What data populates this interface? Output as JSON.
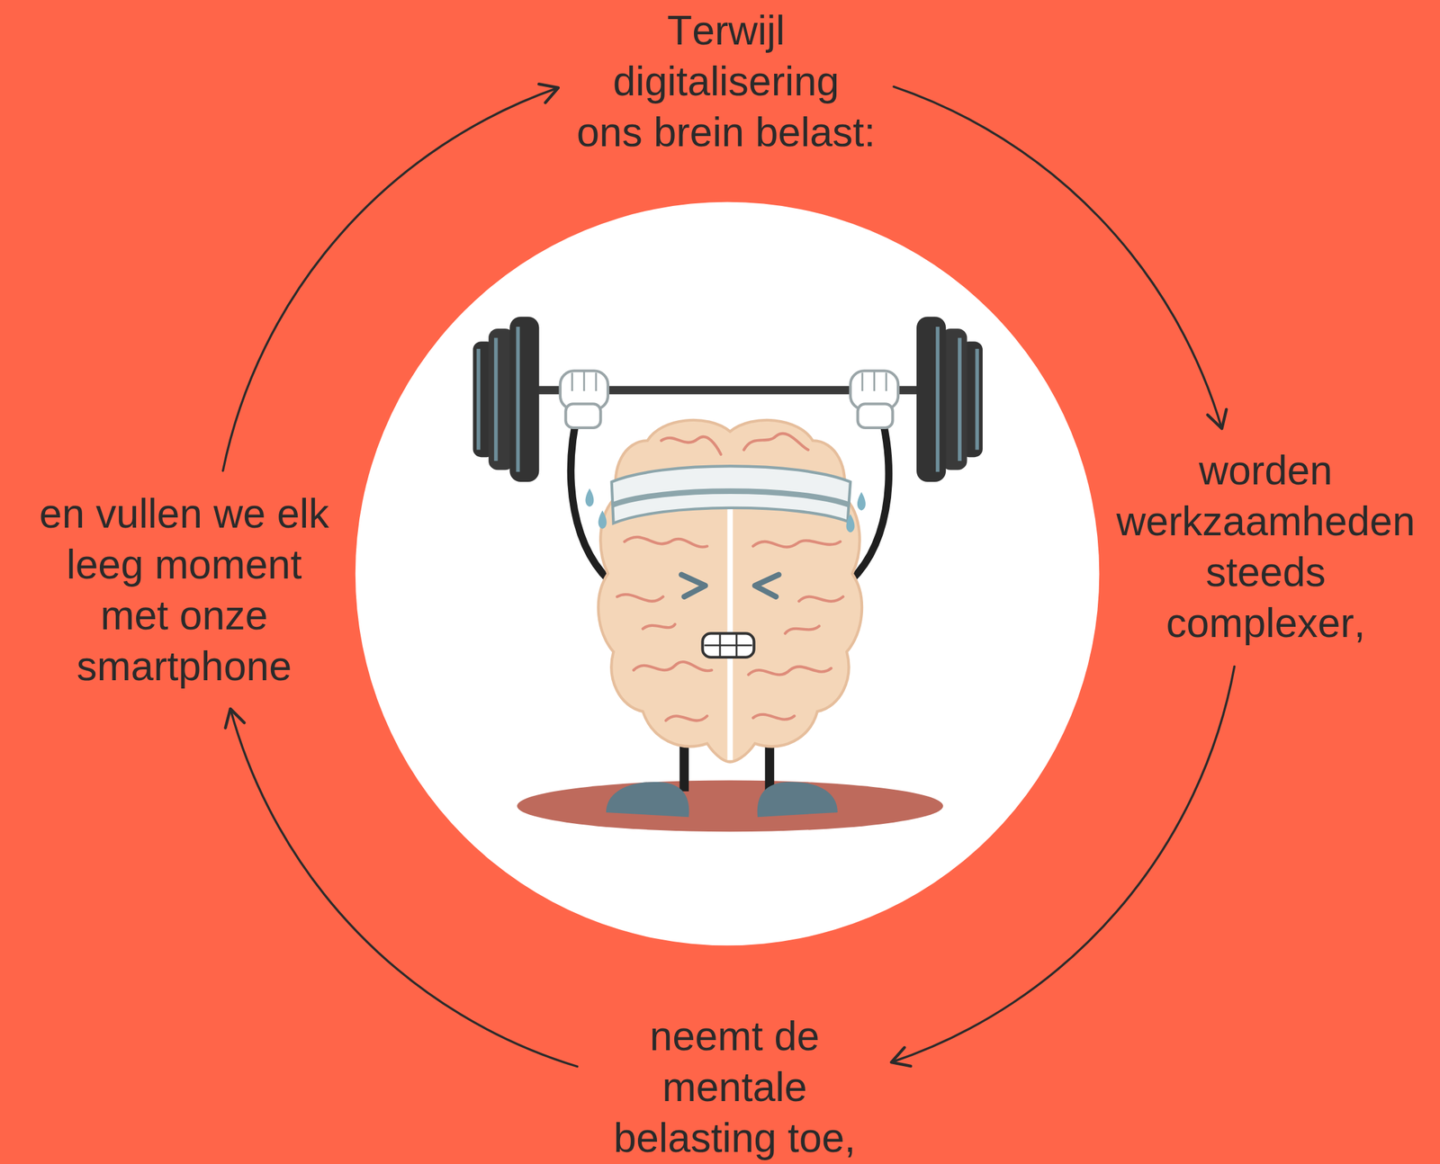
{
  "diagram": {
    "nodes": [
      {
        "text": [
          "Terwijl digitalisering ons brein belast:"
        ]
      },
      {
        "text": [
          "worden werkzaamheden steeds complexer,"
        ]
      },
      {
        "text": [
          "neemt de mentale belasting toe,"
        ]
      },
      {
        "text": [
          "en vullen we elk leeg moment met onze smartphone"
        ]
      }
    ],
    "edges": [
      {
        "from": 0,
        "to": 1,
        "arrow": "to"
      },
      {
        "from": 1,
        "to": 2,
        "arrow": "to"
      },
      {
        "from": 2,
        "to": 3,
        "arrow": "to"
      },
      {
        "from": 3,
        "to": 0,
        "arrow": "to"
      }
    ]
  }
}
